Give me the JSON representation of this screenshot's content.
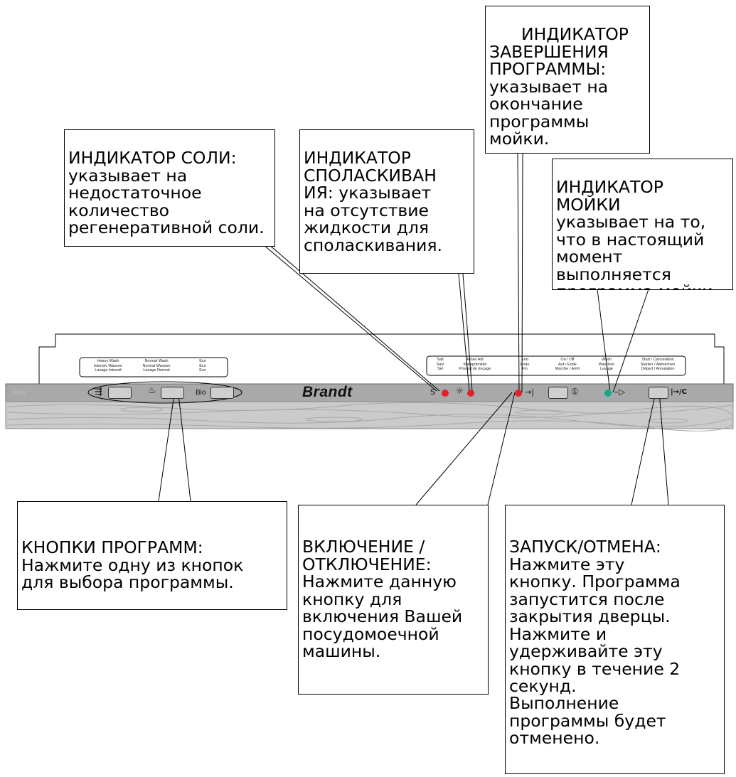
{
  "callouts": {
    "salt": "ИНДИКАТОР СОЛИ:\nуказывает на\nнедостаточное\nколичество\nрегенеративной соли.",
    "rinse": "ИНДИКАТОР\nСПОЛАСКИВАН\nИЯ: указывает\nна отсутствие\nжидкости для\nсполаскивания.",
    "end": "ИНДИКАТОР\nЗАВЕРШЕНИЯ\nПРОГРАММЫ:\nуказывает на\nокончание\nпрограммы\nмойки.",
    "wash": "ИНДИКАТОР\nМОЙКИ\nуказывает на то,\nчто в настоящий\nмомент\nвыполняется\nпрограмма мойки",
    "programs": "КНОПКИ ПРОГРАММ:\nНажмите одну из кнопок\nдля выбора программы.",
    "onoff": "ВКЛЮЧЕНИЕ /\nОТКЛЮЧЕНИЕ:\nНажмите данную\nкнопку для\nвключения Вашей\nпосудомоечной\nмашины.",
    "start": "ЗАПУСК/ОТМЕНА:\nНажмите эту\nкнопку. Программа\nзапустится после\nзакрытия дверцы.\nНажмите и\nудерживайте эту\nкнопку в течение 2\nсекунд.\nВыполнение\nпрограммы будет\nотменено."
  },
  "panel": {
    "brand": "Brandt",
    "bio": "Bio",
    "logo": "A/A",
    "labels": {
      "heavy": "Heavy Wash\nIntensiv Wassen\nLavage Intensif",
      "normal": "Normal Wash\nNormal Wassen\nLavage Normal",
      "eco": "Eco\nEco\nEco",
      "salt": "Salt\nSalz\nSel",
      "rinse": "Rinse Aid\nKlarspülmittel\nProduit de rinçage",
      "end": "End\nEnde\nFin",
      "onoff": "On / Off\nAuf / Ende\nMarche / Arrêt",
      "wash": "Wash\nWaschen\nLavage",
      "start": "Start / Cancelation\nStarten / Abbrechen\nDépart / Annulation"
    },
    "symbols": {
      "salt": "S",
      "rinse": "☼",
      "end": "→|",
      "onoff": "①",
      "wash": "–▷",
      "start": "|→/C"
    },
    "colors": {
      "red_indicator": "#e3202a",
      "green_indicator": "#17a88c",
      "panel_strip": "#a9a9a9",
      "wood": "#c8c8c8"
    }
  }
}
